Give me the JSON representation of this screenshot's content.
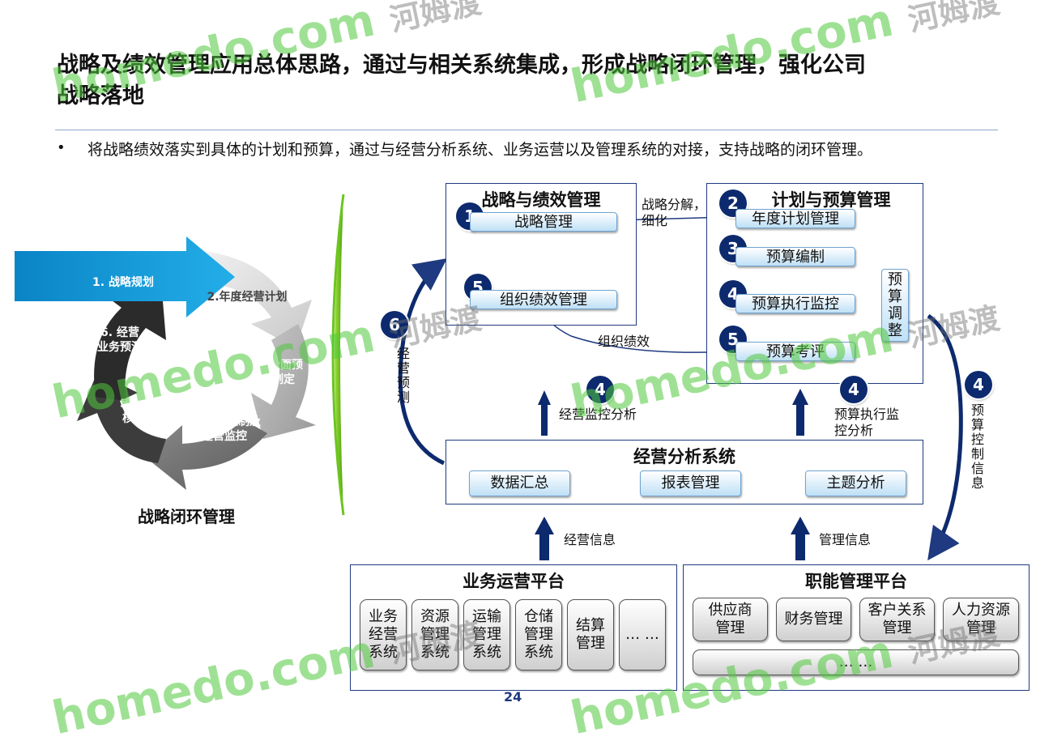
{
  "title": "战略及绩效管理应用总体思路，通过与相关系统集成，形成战略闭环管理，强化公司战略落地",
  "bullet": {
    "marker": "•",
    "text": "将战略绩效落实到具体的计划和预算，通过与经营分析系统、业务运营以及管理系统的对接，支持战略的闭环管理。"
  },
  "cycle": {
    "caption": "战略闭环管理",
    "steps": [
      "1. 战略规划",
      "2.年度经营计划",
      "3. 全面预算制定",
      "4. 预算控制及经营监控",
      "5. 绩效考核和改进",
      "6. 经营业务预测"
    ]
  },
  "strategy_panel": {
    "title": "战略与绩效管理",
    "items": [
      {
        "num": "1",
        "label": "战略管理"
      },
      {
        "num": "5",
        "label": "组织绩效管理"
      }
    ]
  },
  "plan_panel": {
    "title": "计划与预算管理",
    "items": [
      {
        "num": "2",
        "label": "年度计划管理"
      },
      {
        "num": "3",
        "label": "预算编制"
      },
      {
        "num": "4",
        "label": "预算执行监控"
      },
      {
        "num": "5",
        "label": "预算考评"
      }
    ],
    "side_box": "预算调整"
  },
  "analysis_panel": {
    "title": "经营分析系统",
    "items": [
      "数据汇总",
      "报表管理",
      "主题分析"
    ]
  },
  "ops_panel": {
    "title": "业务运营平台",
    "items": [
      "业务经营系统",
      "资源管理系统",
      "运输管理系统",
      "仓储管理系统",
      "结算管理",
      "… …"
    ]
  },
  "func_panel": {
    "title": "职能管理平台",
    "items": [
      "供应商管理",
      "财务管理",
      "客户关系管理",
      "人力资源管理"
    ],
    "wide_item": "… …"
  },
  "flows": {
    "strategy_decompose": "战略分解，细化",
    "org_performance": "组织绩效",
    "biz_forecast_num": "6",
    "biz_forecast": "经营预测",
    "biz_monitor_num": "4",
    "biz_monitor": "经营监控分析",
    "budget_monitor_num": "4",
    "budget_monitor": "预算执行监控分析",
    "budget_control_num": "4",
    "budget_control": "预算控制信息",
    "biz_info": "经营信息",
    "mgmt_info": "管理信息"
  },
  "page_number": "24",
  "watermark": {
    "brand": "homedo.com",
    "cn": "河姆渡"
  }
}
